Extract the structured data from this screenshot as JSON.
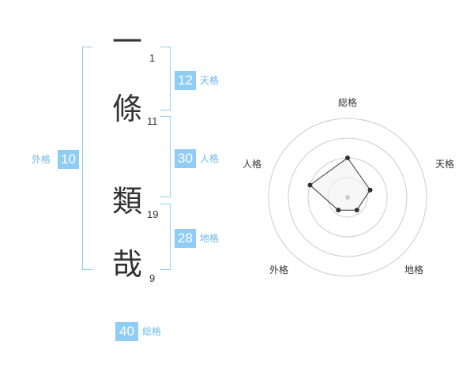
{
  "name_chars": [
    {
      "char": "一",
      "strokes": "1"
    },
    {
      "char": "條",
      "strokes": "11"
    },
    {
      "char": "類",
      "strokes": "19"
    },
    {
      "char": "哉",
      "strokes": "9"
    }
  ],
  "fortunes": {
    "tenkaku": {
      "value": "12",
      "label": "天格"
    },
    "jinkaku": {
      "value": "30",
      "label": "人格"
    },
    "chikaku": {
      "value": "28",
      "label": "地格"
    },
    "gaikaku": {
      "value": "10",
      "label": "外格"
    },
    "soukaku": {
      "value": "40",
      "label": "総格"
    }
  },
  "chart_data": {
    "type": "radar",
    "axes": [
      "総格",
      "天格",
      "地格",
      "外格",
      "人格"
    ],
    "values": [
      0.5,
      0.3,
      0.2,
      0.2,
      0.5
    ],
    "max": 1,
    "rings": 4,
    "colors": {
      "line": "#333333",
      "fill": "#f2f2f2",
      "ring": "#cccccc",
      "center": "#cccccc"
    }
  }
}
